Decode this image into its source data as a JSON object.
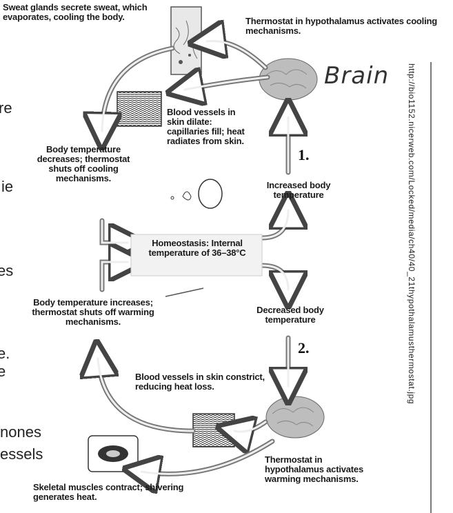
{
  "labels": {
    "sweat": "Sweat glands secrete sweat, which evaporates, cooling the body.",
    "thermostat_cooling": "Thermostat in hypothalamus activates cooling mechanisms.",
    "brain": "Brain",
    "vessels_dilate": "Blood vessels in skin dilate: capillaries fill; heat radiates from skin.",
    "temp_decreases": "Body temperature decreases; thermostat shuts off cooling mechanisms.",
    "increased_temp": "Increased body temperature",
    "step1": "1.",
    "homeostasis": "Homeostasis: Internal temperature of 36–38°C",
    "temp_increases": "Body temperature increases; thermostat shuts off warming mechanisms.",
    "decreased_temp": "Decreased body temperature",
    "step2": "2.",
    "vessels_constrict": "Blood vessels in skin constrict, reducing heat loss.",
    "muscles": "Skeletal muscles contract; shivering generates heat.",
    "thermostat_warming": "Thermostat in hypothalamus activates warming mechanisms."
  },
  "edge_text": [
    "re",
    "ie",
    "es",
    "e.",
    "e",
    "nones",
    "essels"
  ],
  "source_url": "http://bio1152.nicerweb.com/Locked/media/ch40/40_21thypothalamusthermostat.jpg"
}
